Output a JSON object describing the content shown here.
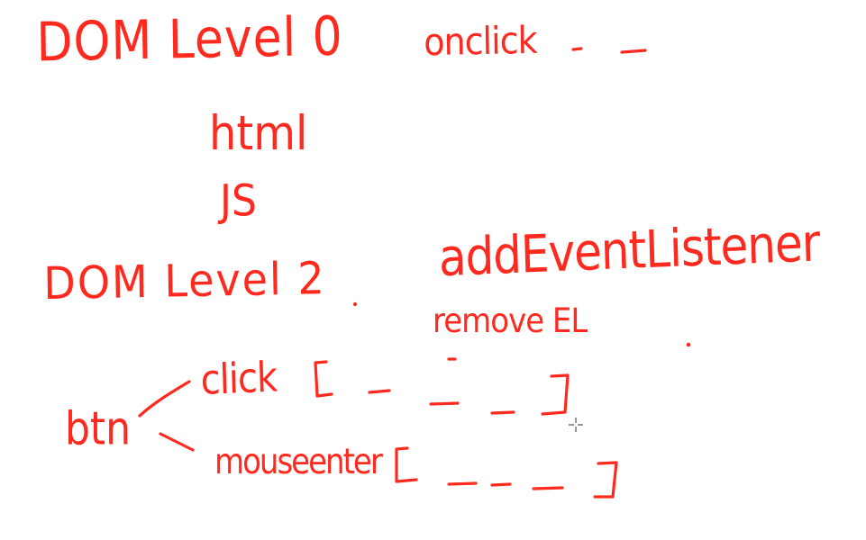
{
  "ink_color": "#ff2a1f",
  "notes": {
    "dom_level_0": "DOM Level 0",
    "onclick": "onclick",
    "html": "html",
    "js": "JS",
    "dom_level_2": "DOM Level 2",
    "add_event_listener": "addEventListener",
    "remove_el": "remove EL",
    "btn": "btn",
    "click": "click",
    "mouseenter": "mouseenter"
  },
  "icons": {
    "cursor": "crosshair-move-icon"
  }
}
